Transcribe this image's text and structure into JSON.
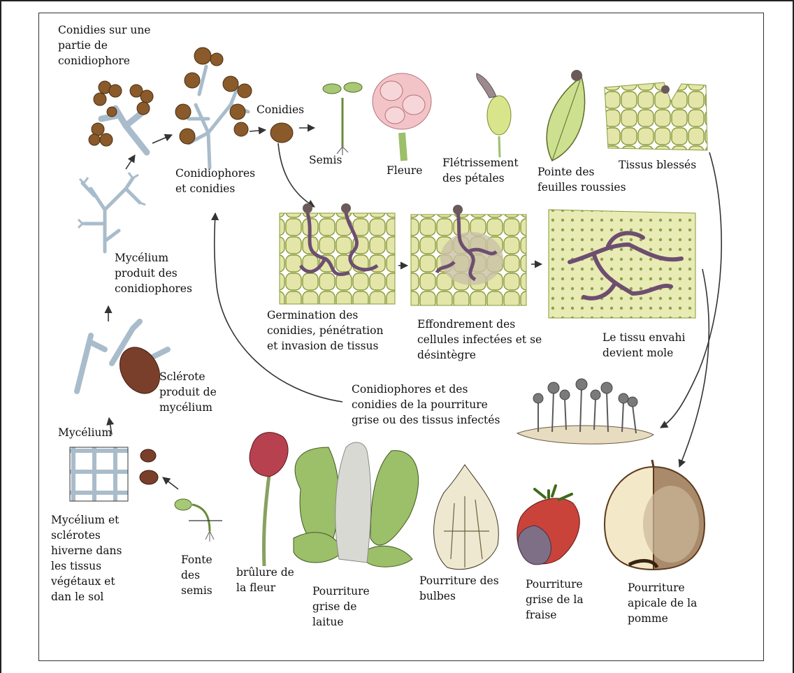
{
  "labels": {
    "conidies_sur_conidiophore": [
      "Conidies sur une",
      "partie de",
      "conidiophore"
    ],
    "conidies": [
      "Conidies"
    ],
    "semis": [
      "Semis"
    ],
    "fleure": [
      "Fleure"
    ],
    "fletrissement": [
      "Flétrissement",
      "des pétales"
    ],
    "pointe_feuilles": [
      "Pointe des",
      "feuilles roussies"
    ],
    "tissus_blesses": [
      "Tissus blessés"
    ],
    "conidiophores_conidies": [
      "Conidiophores",
      "et conidies"
    ],
    "mycelium_produit": [
      "Mycélium",
      "produit des",
      "conidiophores"
    ],
    "germination": [
      "Germination des",
      "conidies, pénétration",
      "et invasion de tissus"
    ],
    "effondrement": [
      "Effondrement des",
      "cellules infectées et se",
      "désintègre"
    ],
    "tissu_envahi": [
      "Le tissu envahi",
      "devient mole"
    ],
    "sclerote_produit": [
      "Sclérote",
      "produit de",
      "mycélium"
    ],
    "conidiophores_pourriture": [
      "Conidiophores et des",
      "conidies de la pourriture",
      "grise ou des tissus infectés"
    ],
    "mycelium": [
      "Mycélium"
    ],
    "mycelium_sclerotes": [
      "Mycélium et",
      "sclérotes",
      "hiverne dans",
      "les tissus",
      "végétaux et",
      "dan le sol"
    ],
    "fonte_semis": [
      "Fonte",
      "des",
      "semis"
    ],
    "brulure_fleur": [
      "brûlure de",
      "la fleur"
    ],
    "pourriture_laitue": [
      "Pourriture",
      "grise de",
      "laitue"
    ],
    "pourriture_bulbes": [
      "Pourriture des",
      "bulbes"
    ],
    "pourriture_fraise": [
      "Pourriture",
      "grise de la",
      "fraise"
    ],
    "pourriture_pomme": [
      "Pourriture",
      "apicale de la",
      "pomme"
    ]
  },
  "colors": {
    "cell_fill": "#e3e6a8",
    "cell_stroke": "#8a9a3c",
    "hyphae": "#6d4e70",
    "conidia": "#8a5a2a",
    "mycelium": "#a9bccb",
    "leaf_green": "#9cbf6a",
    "flower_pink": "#f2c4c8",
    "rose_red": "#b8414f",
    "apple_flesh": "#f3e8c8"
  }
}
